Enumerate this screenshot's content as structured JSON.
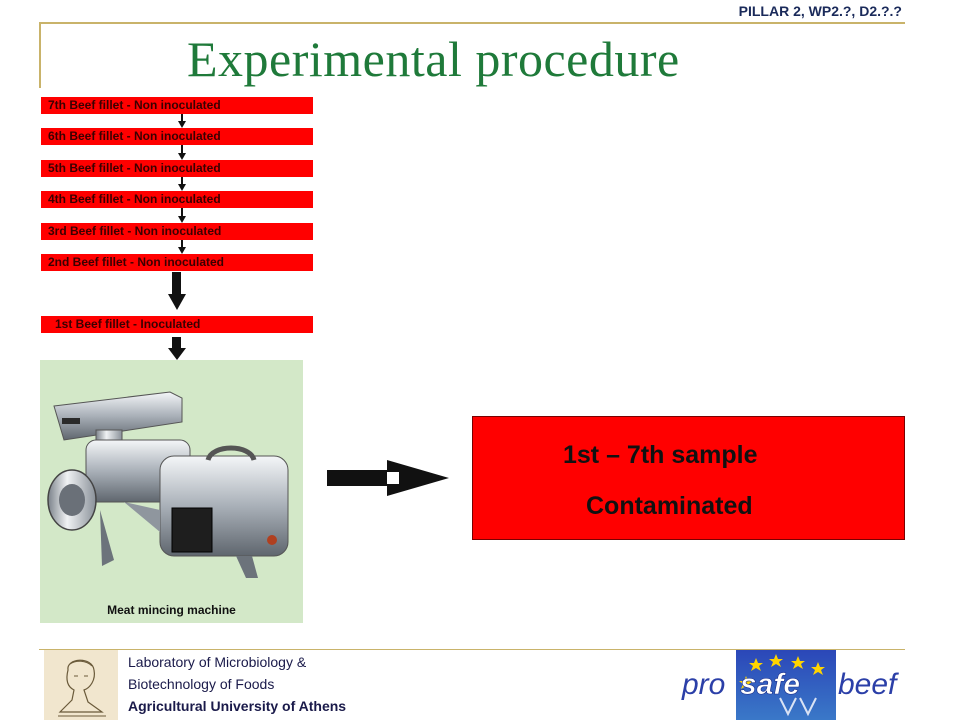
{
  "header": {
    "tag": "PILLAR 2, WP2.?, D2.?.?"
  },
  "title": "Experimental procedure",
  "fillets": [
    "7th Beef fillet   - Non inoculated",
    "6th Beef fillet   - Non inoculated",
    "5th Beef fillet   - Non inoculated",
    "4th Beef fillet   - Non inoculated",
    "3rd Beef fillet   - Non inoculated",
    "2nd Beef fillet  - Non inoculated",
    "1st Beef fillet  - Inoculated"
  ],
  "machine": {
    "caption": "Meat mincing machine"
  },
  "result": {
    "line1": "1st – 7th sample",
    "line2": "Contaminated"
  },
  "footer": {
    "line1": "Laboratory of Microbiology &",
    "line2": "Biotechnology of Foods",
    "line3": "Agricultural University of Athens"
  },
  "brand": {
    "part1": "pro",
    "part2": "safe",
    "part3": "beef"
  },
  "colors": {
    "title": "#1f7a3a",
    "fillet_box": "#ff0000",
    "result_box": "#ff0000",
    "machine_bg": "#d3e8c8",
    "rule": "#c9b36a"
  }
}
